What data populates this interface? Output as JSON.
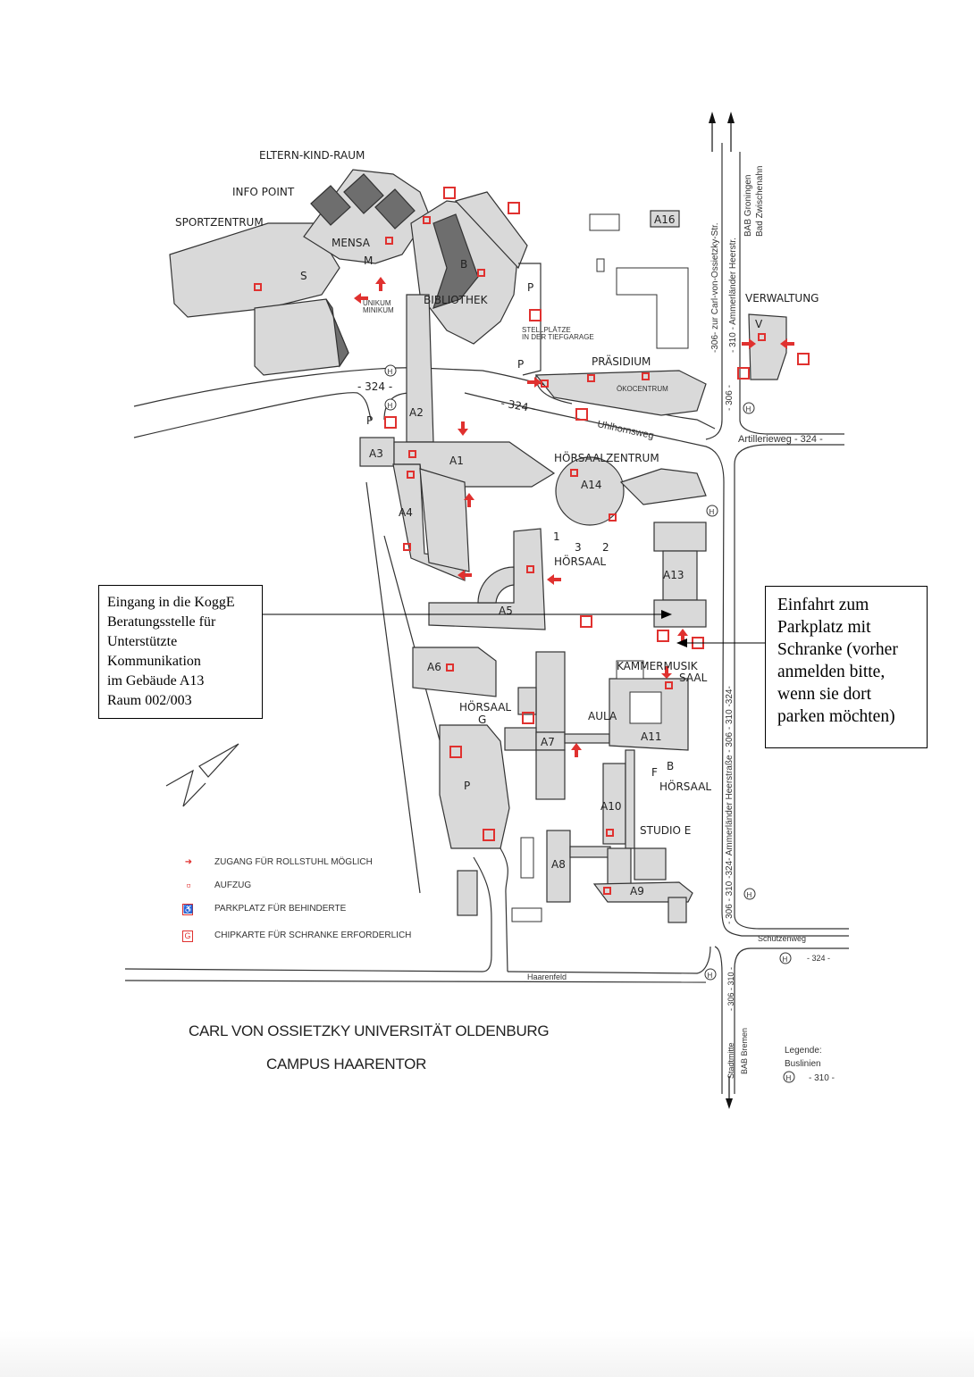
{
  "map": {
    "title_line1": "CARL VON OSSIETZKY UNIVERSITÄT OLDENBURG",
    "title_line2": "CAMPUS HAARENTOR",
    "accent_color": "#e0312f",
    "building_fill": "#d9d9d9",
    "labels": {
      "eltern_kind_raum": "ELTERN-KIND-RAUM",
      "info_point": "INFO POINT",
      "sportzentrum": "SPORTZENTRUM",
      "mensa": "MENSA",
      "m": "M",
      "s": "S",
      "unikum": "UNIKUM",
      "minikum": "MINIKUM",
      "bibliothek": "BIBLIOTHEK",
      "b": "B",
      "stellplaetze_1": "STELLPLÄTZE",
      "stellplaetze_2": "IN DER TIEFGARAGE",
      "praesidium": "PRÄSIDIUM",
      "oekocentrum": "ÖKOCENTRUM",
      "verwaltung": "VERWALTUNG",
      "v": "V",
      "a16": "A16",
      "a1": "A1",
      "a2": "A2",
      "a3": "A3",
      "a4": "A4",
      "a5": "A5",
      "a6": "A6",
      "a7": "A7",
      "a8": "A8",
      "a9": "A9",
      "a10": "A10",
      "a11": "A11",
      "a13": "A13",
      "a14": "A14",
      "hoersaalzentrum": "HÖRSAALZENTRUM",
      "hoersaal": "HÖRSAAL",
      "hoersaal_g": "HÖRSAAL",
      "g": "G",
      "hoersaal_b": "HÖRSAAL",
      "b2": "B",
      "f": "F",
      "n1": "1",
      "n2": "2",
      "n3": "3",
      "kammermusik": "KAMMERMUSIK",
      "saal": "SAAL",
      "aula": "AULA",
      "studio_e": "STUDIO  E",
      "p": "P"
    },
    "roads": {
      "uhlhornsweg": "Uhlhornsweg",
      "route_324_a": "- 324 -",
      "route_324_b": "- 324 -",
      "artillerieweg": "Artillerieweg  -  324  -",
      "carl_v_ossietzky": "-306-  zur  Carl-von-Ossietzky-Str.",
      "ammerlaender_top": "-  310  -  Ammerländer  Heerstr.",
      "bab_groningen": "BAB  Groningen",
      "bad_zwischenahn": "Bad  Zwischenahn",
      "route_306_310_top": "-  306  -",
      "ammerlaender_main": "-  306  -  310  -324-    Ammerländer  Heerstraße  -  306  -  310  -324-",
      "schuetzenweg": "Schützenweg",
      "haarenfeld": "Haarenfeld",
      "route_324_c": "- 324 -",
      "stadtmitte": "Stadtmitte",
      "route_306_310": "- 306 - 310 -",
      "bab_bremen": "BAB Bremen"
    },
    "bus_legend": {
      "heading": "Legende:",
      "sub": "Buslinien",
      "example": "- 310 -",
      "stop_symbol": "H"
    }
  },
  "legend": [
    {
      "icon": "wheelchair-access-arrow-icon",
      "glyph": "➜",
      "label": "ZUGANG FÜR ROLLSTUHL MÖGLICH"
    },
    {
      "icon": "elevator-icon",
      "glyph": "▫",
      "label": "AUFZUG"
    },
    {
      "icon": "disabled-parking-icon",
      "glyph": "♿",
      "label": "PARKPLATZ FÜR BEHINDERTE"
    },
    {
      "icon": "chipcard-icon",
      "glyph": "G",
      "label": "CHIPKARTE FÜR SCHRANKE ERFORDERLICH"
    }
  ],
  "callouts": {
    "left": {
      "lines": [
        "Eingang in die KoggE",
        "Beratungsstelle für",
        "Unterstützte",
        "Kommunikation",
        "im Gebäude A13",
        "Raum 002/003"
      ]
    },
    "right": {
      "lines": [
        "Einfahrt zum",
        "Parkplatz mit",
        "Schranke (vorher",
        "anmelden bitte,",
        "wenn sie dort",
        "parken möchten)"
      ]
    }
  }
}
